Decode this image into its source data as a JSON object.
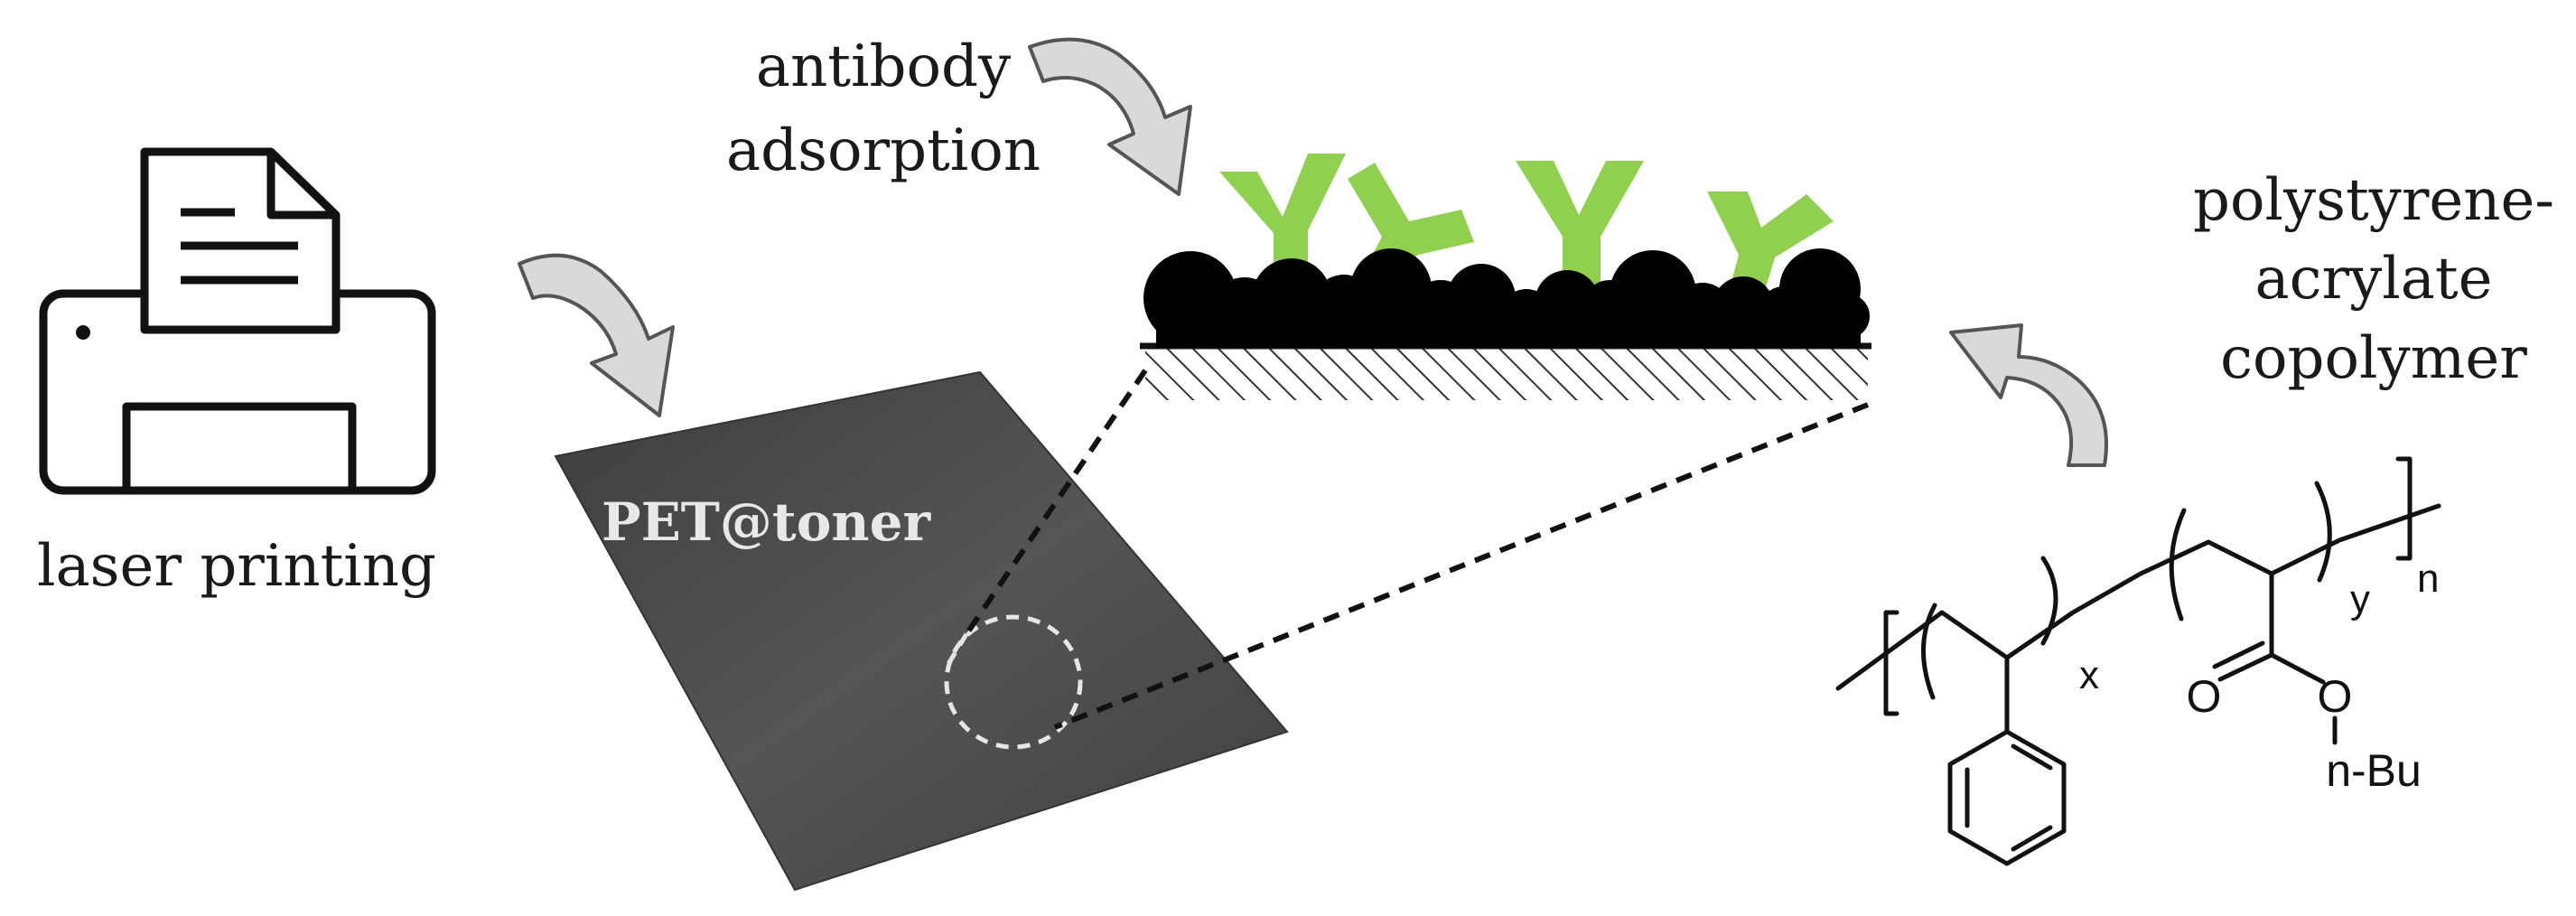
{
  "labels": {
    "laser_printing": "laser printing",
    "pet_toner": "PET@toner",
    "antibody_line1": "antibody",
    "antibody_line2": "adsorption",
    "polymer_line1": "polystyrene-",
    "polymer_line2": "acrylate",
    "polymer_line3": "copolymer"
  },
  "chemistry": {
    "subscript_x": "x",
    "subscript_y": "y",
    "subscript_n": "n",
    "carbonyl_o": "O",
    "ester_o": "O",
    "substituent": "n-Bu"
  },
  "colors": {
    "antibody": "#8fd14f",
    "toner_particles": "#000000",
    "pet_sheet": "#4a4a4a",
    "arrow_fill": "#d9d9d9",
    "arrow_stroke": "#555555"
  },
  "icons": [
    "printer-icon",
    "curved-arrow-icon",
    "antibody-icon",
    "magnify-circle-icon",
    "benzene-ring-icon"
  ]
}
